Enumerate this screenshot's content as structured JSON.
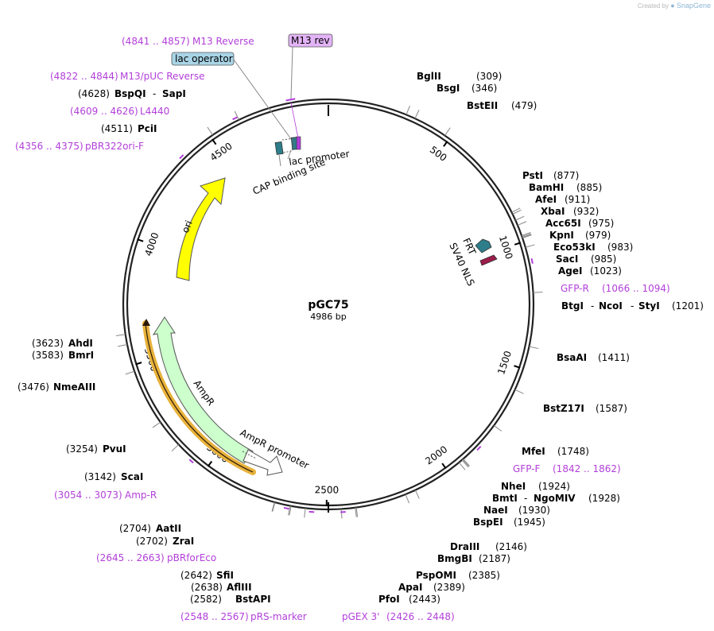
{
  "credit": {
    "prefix": "Created by",
    "brand": "SnapGene"
  },
  "plasmid": {
    "name": "pGC75",
    "length_label": "4986 bp",
    "length": 4986
  },
  "colors": {
    "primer": "#b23fd9",
    "ori": "#ffff00",
    "ampr": "#ccffcc",
    "ampr_outline": "#e8b23a",
    "cap": "#2e7d8a",
    "frt": "#2e7d8a",
    "sv40nls": "#9b1b4a",
    "lac_operator_box": "#a8d4e6",
    "m13rev_box": "#e3b3f7"
  },
  "ticks": [
    "500",
    "1000",
    "1500",
    "2000",
    "2500",
    "3000",
    "3500",
    "4000",
    "4500"
  ],
  "tick_values": [
    500,
    1000,
    1500,
    2000,
    2500,
    3000,
    3500,
    4000,
    4500
  ],
  "features": {
    "ori": "ori",
    "ampr": "AmpR",
    "ampr_promoter": "AmpR promoter",
    "lac_promoter": "lac promoter",
    "cap_site": "CAP binding site",
    "frt": "FRT",
    "sv40_nls": "SV40 NLS"
  },
  "boxed_labels": {
    "lac_operator": "lac operator",
    "m13_rev": "M13 rev"
  },
  "enzymes": [
    {
      "name": "BglII",
      "pos": "(309)",
      "bp": 309
    },
    {
      "name": "BsgI",
      "pos": "(346)",
      "bp": 346
    },
    {
      "name": "BstEII",
      "pos": "(479)",
      "bp": 479
    },
    {
      "name": "PstI",
      "pos": "(877)",
      "bp": 877
    },
    {
      "name": "BamHI",
      "pos": "(885)",
      "bp": 885
    },
    {
      "name": "AfeI",
      "pos": "(911)",
      "bp": 911
    },
    {
      "name": "XbaI",
      "pos": "(932)",
      "bp": 932
    },
    {
      "name": "Acc65I",
      "pos": "(975)",
      "bp": 975
    },
    {
      "name": "KpnI",
      "pos": "(979)",
      "bp": 979
    },
    {
      "name": "Eco53kI",
      "pos": "(983)",
      "bp": 983
    },
    {
      "name": "SacI",
      "pos": "(985)",
      "bp": 985
    },
    {
      "name": "AgeI",
      "pos": "(1023)",
      "bp": 1023
    },
    {
      "name": "BtgI",
      "sep": "-",
      "name2": "NcoI",
      "sep2": "-",
      "name3": "StyI",
      "pos": "(1201)",
      "bp": 1201
    },
    {
      "name": "BsaAI",
      "pos": "(1411)",
      "bp": 1411
    },
    {
      "name": "BstZ17I",
      "pos": "(1587)",
      "bp": 1587
    },
    {
      "name": "MfeI",
      "pos": "(1748)",
      "bp": 1748
    },
    {
      "name": "NheI",
      "pos": "(1924)",
      "bp": 1924
    },
    {
      "name": "BmtI",
      "sep": "-",
      "name2": "NgoMIV",
      "pos": "(1928)",
      "bp": 1926
    },
    {
      "name": "NaeI",
      "pos": "(1930)",
      "bp": 1930
    },
    {
      "name": "BspEI",
      "pos": "(1945)",
      "bp": 1945
    },
    {
      "name": "DraIII",
      "pos": "(2146)",
      "bp": 2146
    },
    {
      "name": "BmgBI",
      "pos": "(2187)",
      "bp": 2187
    },
    {
      "name": "PspOMI",
      "pos": "(2385)",
      "bp": 2385
    },
    {
      "name": "ApaI",
      "pos": "(2389)",
      "bp": 2389
    },
    {
      "name": "PfoI",
      "pos": "(2443)",
      "bp": 2443
    },
    {
      "name": "BstAPI",
      "pos": "(2582)",
      "bp": 2582
    },
    {
      "name": "AflIII",
      "pos": "(2638)",
      "bp": 2638
    },
    {
      "name": "SfiI",
      "pos": "(2642)",
      "bp": 2642
    },
    {
      "name": "ZraI",
      "pos": "(2702)",
      "bp": 2702
    },
    {
      "name": "AatII",
      "pos": "(2704)",
      "bp": 2704
    },
    {
      "name": "ScaI",
      "pos": "(3142)",
      "bp": 3142
    },
    {
      "name": "PvuI",
      "pos": "(3254)",
      "bp": 3254
    },
    {
      "name": "NmeAIII",
      "pos": "(3476)",
      "bp": 3476
    },
    {
      "name": "BmrI",
      "pos": "(3583)",
      "bp": 3583
    },
    {
      "name": "AhdI",
      "pos": "(3623)",
      "bp": 3623
    },
    {
      "name": "PciI",
      "pos": "(4511)",
      "bp": 4511
    },
    {
      "name": "BspQI",
      "sep": "-",
      "name2": "SapI",
      "pos": "(4628)",
      "bp": 4628
    }
  ],
  "primers": [
    {
      "range": "(4841 .. 4857)",
      "name": "M13 Reverse",
      "bp": 4849
    },
    {
      "range": "(4822 .. 4844)",
      "name": "M13/pUC Reverse",
      "bp": 4833
    },
    {
      "range": "(4609 .. 4626)",
      "name": "L4440",
      "bp": 4617
    },
    {
      "range": "(4356 .. 4375)",
      "name": "pBR322ori-F",
      "bp": 4365
    },
    {
      "name": "GFP-R",
      "range": "(1066 .. 1094)",
      "bp": 1080
    },
    {
      "name": "GFP-F",
      "range": "(1842 .. 1862)",
      "bp": 1852
    },
    {
      "range": "(2645 .. 2663)",
      "name": "pBRforEco",
      "bp": 2654
    },
    {
      "range": "(2548 .. 2567)",
      "name": "pRS-marker",
      "bp": 2557
    },
    {
      "name": "pGEX 3'",
      "range": "(2426 .. 2448)",
      "bp": 2437
    },
    {
      "range": "(3054 .. 3073)",
      "name": "Amp-R",
      "bp": 3063
    }
  ]
}
